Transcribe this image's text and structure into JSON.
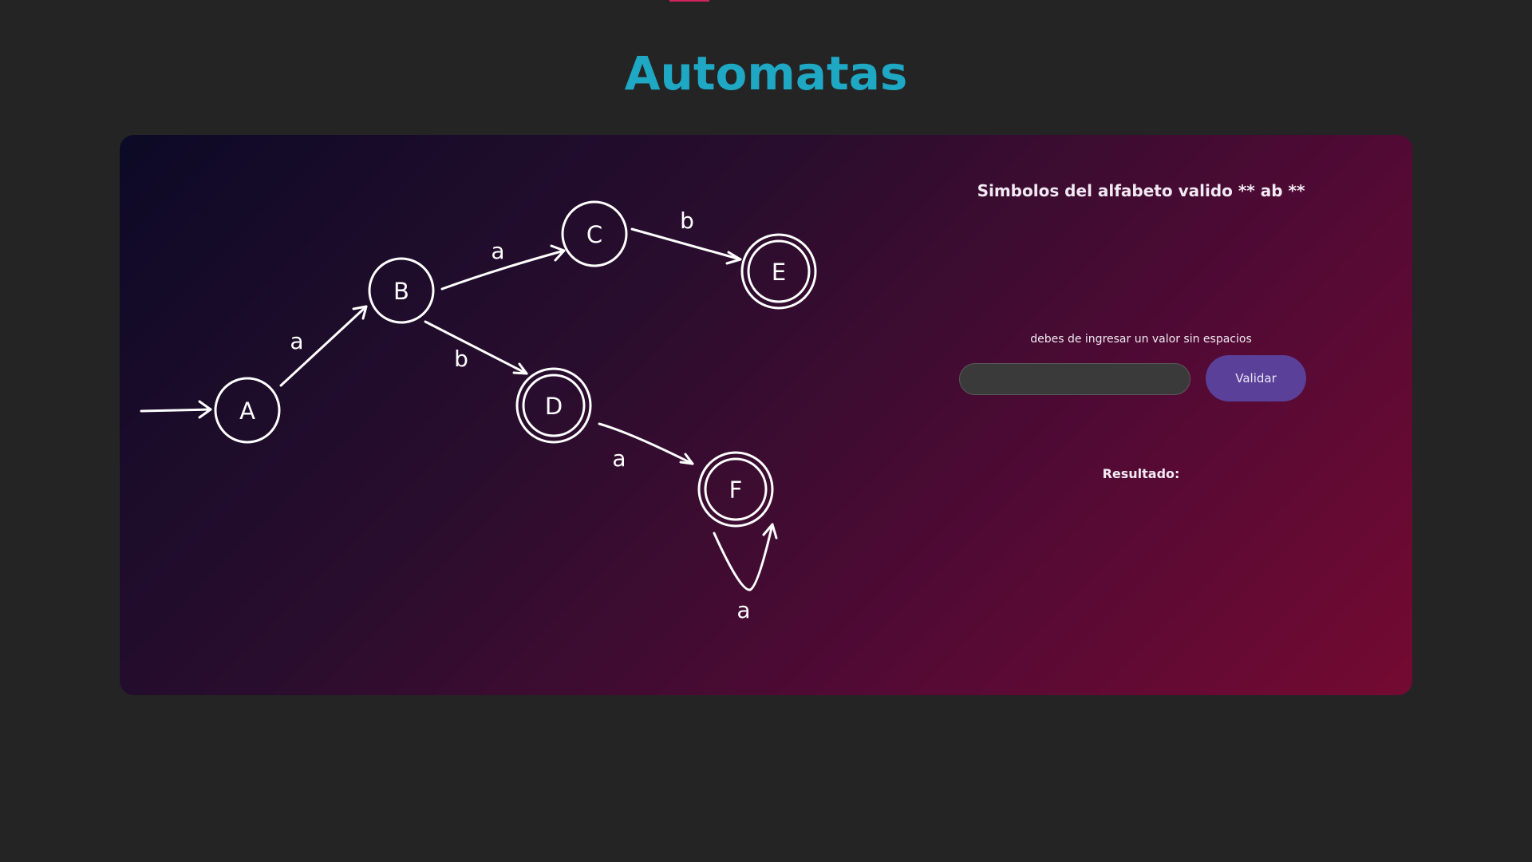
{
  "page": {
    "title": "Automatas"
  },
  "automaton": {
    "states": [
      {
        "id": "A",
        "accepting": false
      },
      {
        "id": "B",
        "accepting": false
      },
      {
        "id": "C",
        "accepting": false
      },
      {
        "id": "D",
        "accepting": true
      },
      {
        "id": "E",
        "accepting": true
      },
      {
        "id": "F",
        "accepting": true
      }
    ],
    "transitions": [
      {
        "from": "start",
        "to": "A",
        "symbol": ""
      },
      {
        "from": "A",
        "to": "B",
        "symbol": "a"
      },
      {
        "from": "B",
        "to": "C",
        "symbol": "a"
      },
      {
        "from": "C",
        "to": "E",
        "symbol": "b"
      },
      {
        "from": "B",
        "to": "D",
        "symbol": "b"
      },
      {
        "from": "D",
        "to": "F",
        "symbol": "a"
      },
      {
        "from": "F",
        "to": "F",
        "symbol": "a"
      }
    ]
  },
  "panel": {
    "alphabet_title": "Simbolos del alfabeto valido ** ab **",
    "hint": "debes de ingresar un valor sin espacios",
    "input_value": "",
    "input_placeholder": "",
    "validate_label": "Validar",
    "result_label": "Resultado:"
  },
  "colors": {
    "background": "#242424",
    "title": "#1fa8c4",
    "button": "#5a4099",
    "input": "#3a3a3a",
    "accent": "#d1245e"
  }
}
